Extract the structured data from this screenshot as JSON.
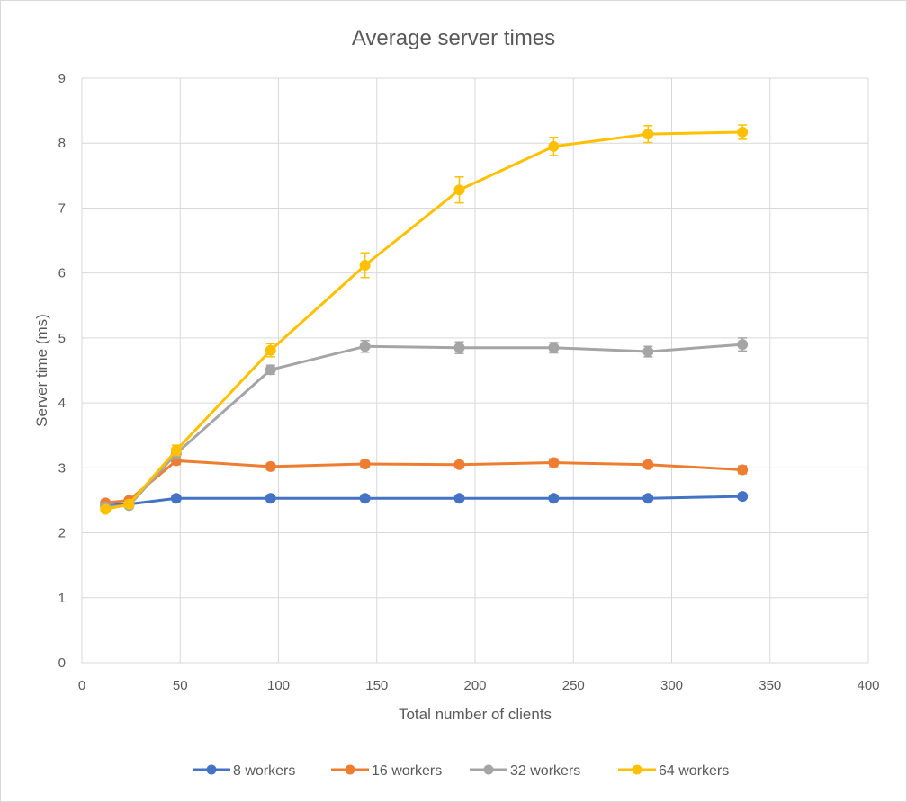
{
  "chart_data": {
    "type": "line",
    "title": "Average server times",
    "xlabel": "Total number of clients",
    "ylabel": "Server time (ms)",
    "xlim": [
      0,
      400
    ],
    "ylim": [
      0,
      9
    ],
    "x_ticks": [
      0,
      50,
      100,
      150,
      200,
      250,
      300,
      350,
      400
    ],
    "y_ticks": [
      0,
      1,
      2,
      3,
      4,
      5,
      6,
      7,
      8,
      9
    ],
    "grid": true,
    "legend_position": "bottom",
    "x": [
      12,
      24,
      48,
      96,
      144,
      192,
      240,
      288,
      336
    ],
    "series": [
      {
        "name": "8 workers",
        "color": "#4472C4",
        "values": [
          2.42,
          2.44,
          2.53,
          2.53,
          2.53,
          2.53,
          2.53,
          2.53,
          2.56
        ],
        "errors": [
          0.03,
          0.03,
          0.03,
          0.03,
          0.03,
          0.03,
          0.03,
          0.03,
          0.04
        ]
      },
      {
        "name": "16 workers",
        "color": "#ED7D31",
        "values": [
          2.46,
          2.5,
          3.11,
          3.02,
          3.06,
          3.05,
          3.08,
          3.05,
          2.97
        ],
        "errors": [
          0.04,
          0.04,
          0.06,
          0.05,
          0.05,
          0.05,
          0.06,
          0.05,
          0.06
        ]
      },
      {
        "name": "32 workers",
        "color": "#A5A5A5",
        "values": [
          2.4,
          2.42,
          3.22,
          4.51,
          4.87,
          4.85,
          4.85,
          4.79,
          4.9
        ],
        "errors": [
          0.04,
          0.04,
          0.07,
          0.07,
          0.09,
          0.09,
          0.08,
          0.08,
          0.1
        ]
      },
      {
        "name": "64 workers",
        "color": "#FFC000",
        "values": [
          2.36,
          2.44,
          3.27,
          4.81,
          6.12,
          7.28,
          7.95,
          8.14,
          8.17
        ],
        "errors": [
          0.04,
          0.05,
          0.08,
          0.1,
          0.19,
          0.2,
          0.14,
          0.13,
          0.11
        ]
      }
    ]
  }
}
